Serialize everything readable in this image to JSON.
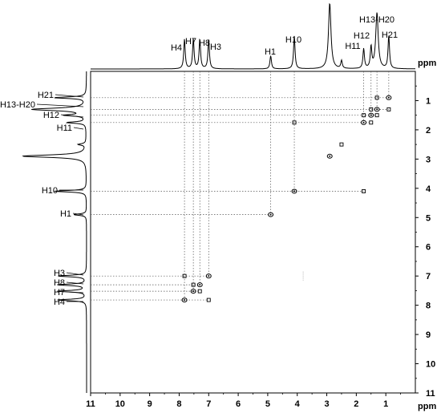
{
  "chart_data": {
    "type": "scatter",
    "subtype": "2D NMR COSY spectrum",
    "xlabel": "ppm",
    "ylabel": "ppm",
    "xlim": [
      11,
      0
    ],
    "ylim": [
      0,
      11
    ],
    "xticks": [
      11,
      10,
      9,
      8,
      7,
      6,
      5,
      4,
      3,
      2,
      1
    ],
    "yticks": [
      1,
      2,
      3,
      4,
      5,
      6,
      7,
      8,
      9,
      10,
      11
    ],
    "x_tick_labels": [
      "11",
      "10",
      "9",
      "8",
      "7",
      "6",
      "5",
      "4",
      "3",
      "2",
      "1"
    ],
    "y_tick_labels": [
      "1",
      "2",
      "3",
      "4",
      "5",
      "6",
      "7",
      "8",
      "9",
      "10",
      "11"
    ],
    "grid": false,
    "projection_peaks": [
      {
        "label": "H4",
        "ppm": 7.82,
        "height": 0.45
      },
      {
        "label": "H7",
        "ppm": 7.52,
        "height": 0.45
      },
      {
        "label": "H8",
        "ppm": 7.3,
        "height": 0.45
      },
      {
        "label": "H3",
        "ppm": 7.0,
        "height": 0.45
      },
      {
        "label": "H1",
        "ppm": 4.9,
        "height": 0.2
      },
      {
        "label": "H10",
        "ppm": 4.1,
        "height": 0.5
      },
      {
        "label": "H11",
        "ppm": 1.75,
        "height": 0.3
      },
      {
        "label": "H12",
        "ppm": 1.5,
        "height": 0.32
      },
      {
        "label": "H13-H20",
        "ppm": 1.3,
        "height": 0.85
      },
      {
        "label": "H21",
        "ppm": 0.9,
        "height": 0.5
      }
    ],
    "extra_peaks": [
      {
        "ppm": 2.9,
        "height": 1.0
      },
      {
        "ppm": 2.5,
        "height": 0.12
      }
    ],
    "diagonal_peaks": [
      {
        "x": 7.82,
        "y": 7.82
      },
      {
        "x": 7.52,
        "y": 7.52
      },
      {
        "x": 7.3,
        "y": 7.3
      },
      {
        "x": 7.0,
        "y": 7.0
      },
      {
        "x": 4.9,
        "y": 4.9
      },
      {
        "x": 4.1,
        "y": 4.1
      },
      {
        "x": 2.9,
        "y": 2.9
      },
      {
        "x": 1.75,
        "y": 1.75
      },
      {
        "x": 1.5,
        "y": 1.5
      },
      {
        "x": 1.3,
        "y": 1.3
      },
      {
        "x": 0.9,
        "y": 0.9
      }
    ],
    "cross_peaks": [
      {
        "x": 7.82,
        "y": 7.0
      },
      {
        "x": 7.0,
        "y": 7.82
      },
      {
        "x": 7.52,
        "y": 7.3
      },
      {
        "x": 7.3,
        "y": 7.52
      },
      {
        "x": 4.1,
        "y": 1.75
      },
      {
        "x": 1.75,
        "y": 4.1
      },
      {
        "x": 1.75,
        "y": 1.5
      },
      {
        "x": 1.5,
        "y": 1.75
      },
      {
        "x": 1.5,
        "y": 1.3
      },
      {
        "x": 1.3,
        "y": 1.5
      },
      {
        "x": 1.3,
        "y": 0.9
      },
      {
        "x": 0.9,
        "y": 1.3
      },
      {
        "x": 2.5,
        "y": 2.5
      }
    ],
    "guide_lines": [
      {
        "label": "H21",
        "ppm": 0.9,
        "x_end": 0.9
      },
      {
        "label": "H13-H20",
        "ppm": 1.3,
        "x_end": 0.9
      },
      {
        "label": "H12",
        "ppm": 1.5,
        "x_end": 1.3
      },
      {
        "label": "H11",
        "ppm": 1.75,
        "x_end": 1.5
      },
      {
        "label": "H10",
        "ppm": 4.1,
        "x_end": 1.75
      },
      {
        "label": "H1",
        "ppm": 4.9,
        "x_end": 4.9
      },
      {
        "label": "H3",
        "ppm": 7.0,
        "x_end": 7.0
      },
      {
        "label": "H8",
        "ppm": 7.3,
        "x_end": 7.3
      },
      {
        "label": "H7",
        "ppm": 7.52,
        "x_end": 7.3
      },
      {
        "label": "H4",
        "ppm": 7.82,
        "x_end": 7.0
      }
    ],
    "colors": {
      "line": "#000000",
      "guide": "#555555"
    }
  }
}
